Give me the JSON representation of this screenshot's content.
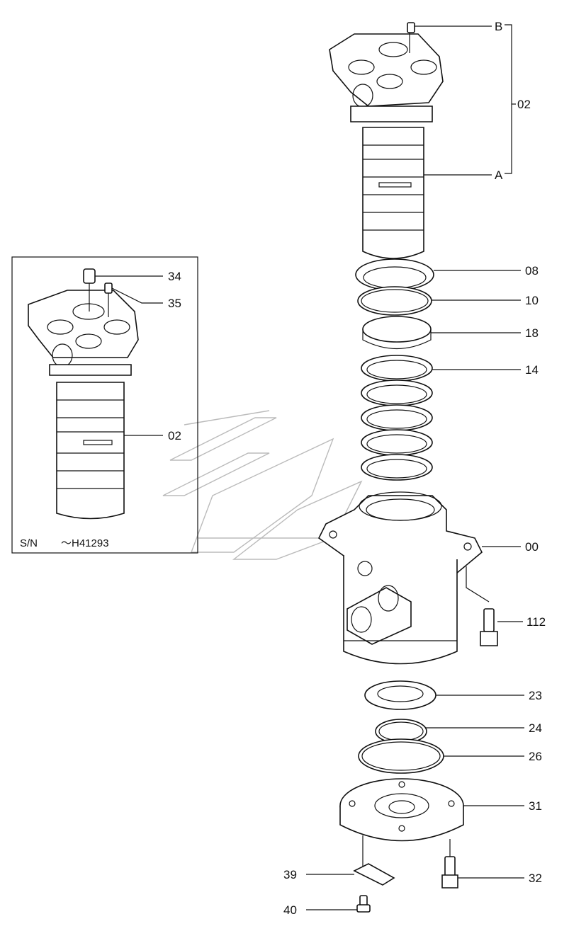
{
  "inset": {
    "serial_prefix": "S/N",
    "serial_range": "～H41293",
    "callouts": [
      "34",
      "35",
      "02"
    ]
  },
  "callouts": {
    "b": "B",
    "a": "A",
    "c02": "02",
    "c08": "08",
    "c10": "10",
    "c18": "18",
    "c14": "14",
    "c00": "00",
    "c112": "112",
    "c23": "23",
    "c24": "24",
    "c26": "26",
    "c31": "31",
    "c32": "32",
    "c39": "39",
    "c40": "40"
  }
}
